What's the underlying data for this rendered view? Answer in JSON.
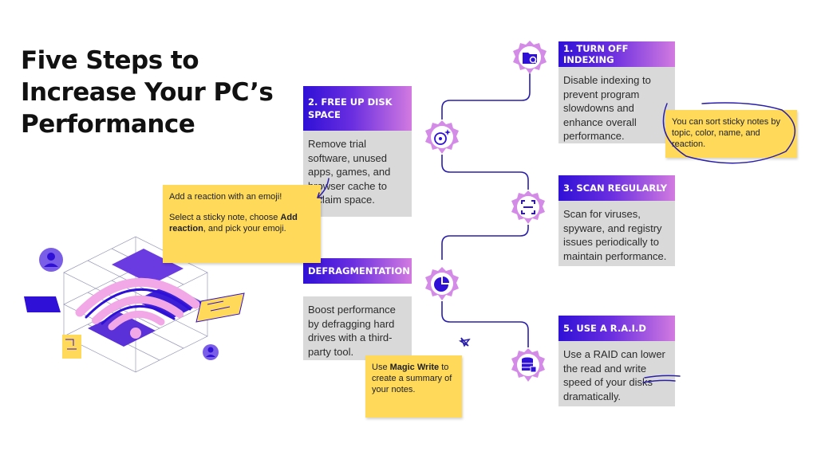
{
  "title": "Five Steps to Increase Your PC’s Performance",
  "steps": [
    {
      "heading": "1. TURN OFF INDEXING",
      "body": "Disable indexing to prevent program slowdowns and enhance overall performance.",
      "icon": "folder-search-icon"
    },
    {
      "heading": "2. FREE UP DISK SPACE",
      "body": "Remove trial software, unused apps, games, and browser cache to reclaim space.",
      "icon": "disc-sparkle-icon"
    },
    {
      "heading": "3. SCAN REGULARLY",
      "body": "Scan for viruses, spyware, and registry issues periodically to maintain performance.",
      "icon": "scan-icon"
    },
    {
      "heading": "DEFRAGMENTATION",
      "body": "Boost performance by defragging hard drives with a third-party tool.",
      "icon": "pie-chart-icon"
    },
    {
      "heading": "5. USE A R.A.I.D",
      "body": "Use a RAID can lower the read and write speed of your disks dramatically.",
      "icon": "database-icon"
    }
  ],
  "stickies": {
    "reaction": {
      "line1": "Add a reaction with an emoji!",
      "line2_pre": "Select a sticky note, choose ",
      "line2_bold": "Add reaction",
      "line2_post": ", and pick your emoji."
    },
    "sort": {
      "text": "You can sort sticky notes by topic, color, name, and reaction."
    },
    "magic": {
      "pre": "Use ",
      "bold": "Magic Write",
      "post": " to create a summary of your notes."
    }
  },
  "colors": {
    "accent_blue": "#2f10d6",
    "accent_purple": "#6a2ee0",
    "accent_pink": "#d27ae0",
    "sticky_yellow": "#ffd95a",
    "body_gray": "#d9d9d9",
    "ink": "#2a1fa8"
  }
}
